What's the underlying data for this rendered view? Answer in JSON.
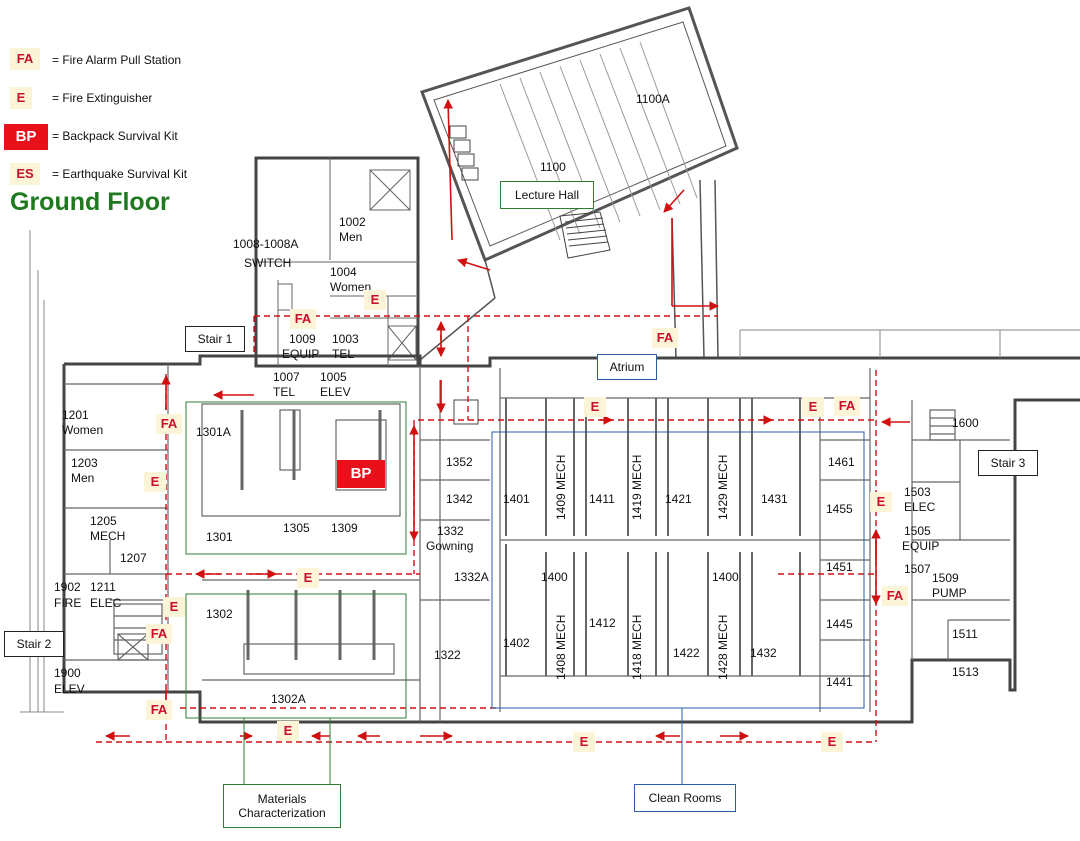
{
  "legend": {
    "fa_symbol": "FA",
    "fa_text": "= Fire Alarm Pull Station",
    "e_symbol": "E",
    "e_text": "= Fire Extinguisher",
    "bp_symbol": "BP",
    "bp_text": "= Backpack Survival Kit",
    "es_symbol": "ES",
    "es_text": "= Earthquake Survival Kit"
  },
  "title": "Ground Floor",
  "callouts": {
    "lecture_hall": "Lecture Hall",
    "atrium": "Atrium",
    "stair1": "Stair 1",
    "stair2": "Stair 2",
    "stair3": "Stair 3",
    "materials_1": "Materials",
    "materials_2": "Characterization",
    "clean_rooms": "Clean Rooms"
  },
  "rooms": {
    "r1100a": "1100A",
    "r1100": "1100",
    "r1002": "1002",
    "r1002_name": "Men",
    "r1008": "1008-1008A",
    "r1008_name": "SWITCH",
    "r1004": "1004",
    "r1004_name": "Women",
    "r1009": "1009",
    "r1009_name": "EQUIP",
    "r1003": "1003",
    "r1003_name": "TEL",
    "r1007": "1007",
    "r1007_name": "TEL",
    "r1005": "1005",
    "r1005_name": "ELEV",
    "r1201": "1201",
    "r1201_name": "Women",
    "r1203": "1203",
    "r1203_name": "Men",
    "r1205": "1205",
    "r1205_name": "MECH",
    "r1207": "1207",
    "r1902": "1902",
    "r1902_name": "FIRE",
    "r1211": "1211",
    "r1211_name": "ELEC",
    "r1900": "1900",
    "r1900_name": "ELEV",
    "r1301a": "1301A",
    "r1301": "1301",
    "r1305": "1305",
    "r1309": "1309",
    "r1302": "1302",
    "r1302a": "1302A",
    "r1352": "1352",
    "r1342": "1342",
    "r1332": "1332",
    "r1332_name": "Gowning",
    "r1332a": "1332A",
    "r1322": "1322",
    "r1401": "1401",
    "r1409": "1409 MECH",
    "r1411": "1411",
    "r1419": "1419 MECH",
    "r1421": "1421",
    "r1429": "1429 MECH",
    "r1431": "1431",
    "r1461": "1461",
    "r1455": "1455",
    "r1400a": "1400",
    "r1400b": "1400",
    "r1451": "1451",
    "r1402": "1402",
    "r1408": "1408 MECH",
    "r1412": "1412",
    "r1418": "1418 MECH",
    "r1422": "1422",
    "r1428": "1428 MECH",
    "r1432": "1432",
    "r1445": "1445",
    "r1441": "1441",
    "r1600": "1600",
    "r1503": "1503",
    "r1503_name": "ELEC",
    "r1505": "1505",
    "r1505_name": "EQUIP",
    "r1507": "1507",
    "r1509": "1509",
    "r1509_name": "PUMP",
    "r1511": "1511",
    "r1513": "1513"
  },
  "markers": {
    "fa": "FA",
    "e": "E",
    "bp": "BP"
  },
  "colors": {
    "marker_red": "#c8102e",
    "marker_bg": "#fbf4d6",
    "route_red": "#d01010",
    "title_green": "#1f7a1f",
    "materials_box": "#2e7d32",
    "clean_rooms_box": "#2b5fa8",
    "bp_fill": "#e8101a"
  }
}
